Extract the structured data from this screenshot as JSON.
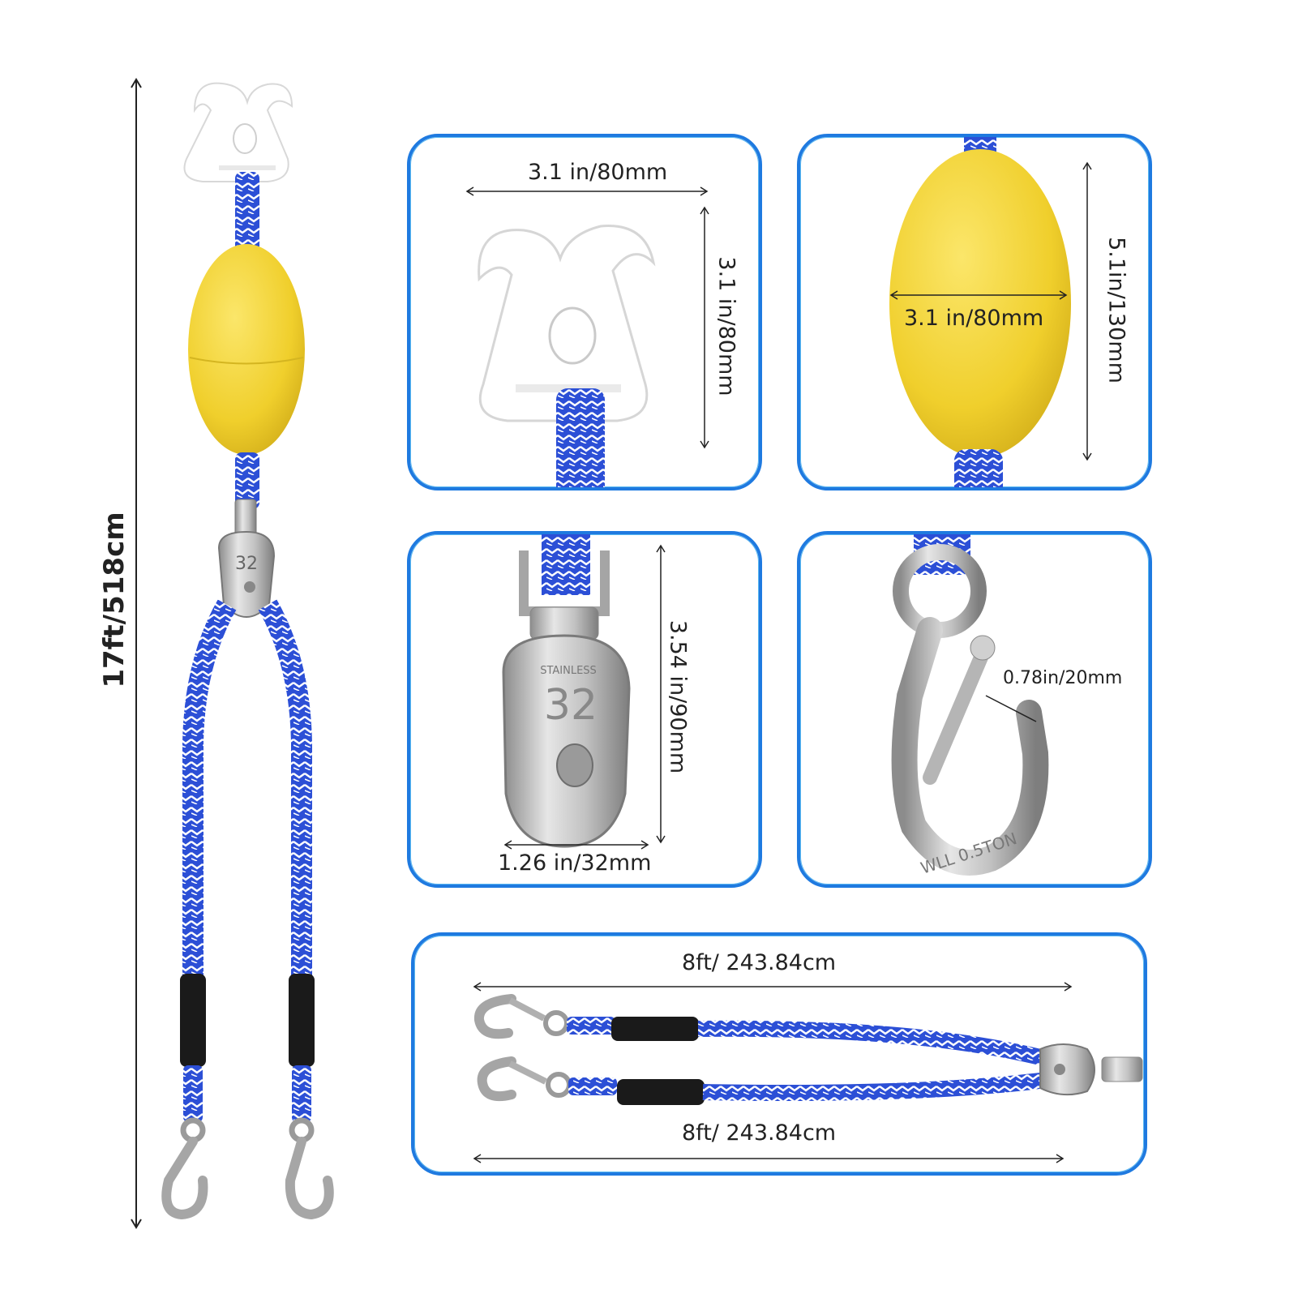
{
  "total_length": "17ft/518cm",
  "panels": {
    "hook_piece": {
      "width_label": "3.1 in/80mm",
      "height_label": "3.1 in/80mm"
    },
    "float": {
      "width_label": "3.1 in/80mm",
      "height_label": "5.1in/130mm"
    },
    "pulley": {
      "height_label": "3.54 in/90mm",
      "width_label": "1.26 in/32mm",
      "stamp_text": "STAINLESS",
      "stamp_number": "32"
    },
    "snap_hook": {
      "gap_label": "0.78in/20mm",
      "engraving": "WLL 0.5TON"
    },
    "bridle": {
      "top_label": "8ft/ 243.84cm",
      "bottom_label": "8ft/ 243.84cm"
    }
  },
  "main_pulley_number": "32",
  "colors": {
    "panel_border": "#1f7ae0",
    "rope_blue": "#2c4fd6",
    "float_yellow": "#f2d335",
    "metal": "#b9b9b9"
  }
}
